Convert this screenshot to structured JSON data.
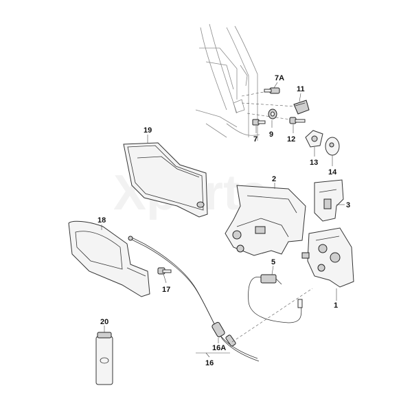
{
  "watermark": "Xparts",
  "callouts": {
    "c7a": "7A",
    "c11": "11",
    "c9": "9",
    "c7": "7",
    "c12": "12",
    "c13": "13",
    "c14": "14",
    "c19": "19",
    "c2": "2",
    "c3": "3",
    "c18": "18",
    "c5": "5",
    "c17": "17",
    "c1": "1",
    "c20": "20",
    "c16a": "16A",
    "c16": "16"
  },
  "colors": {
    "line": "#333333",
    "background": "#ffffff",
    "watermark": "#000000"
  }
}
